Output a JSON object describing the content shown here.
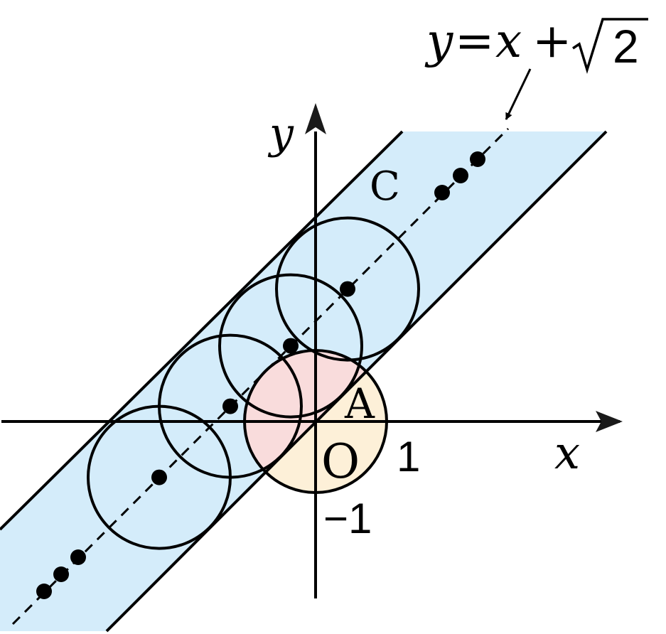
{
  "labels": {
    "y_axis": "y",
    "x_axis": "x",
    "origin": "O",
    "tick_x": "1",
    "tick_y": "−1",
    "point_a": "A",
    "point_c": "C",
    "line_eq_lhs": "y",
    "line_eq_mid": "=",
    "line_eq_x": "x",
    "line_eq_plus": "+",
    "line_eq_radicand": "2"
  },
  "colors": {
    "band_fill": "#d4ecfa",
    "disk_fill": "#fdf0d8",
    "overlap_fill": "#f9dcdc",
    "stroke": "#000000"
  },
  "diagram": {
    "unit_circle": {
      "center": [
        0,
        0
      ],
      "radius": 1
    },
    "center_line": {
      "slope": 1,
      "intercept": "√2",
      "style": "dashed"
    },
    "moving_circle_radius": 1,
    "moving_circle_centers_x": [
      -2.2,
      -1.2,
      -0.35,
      0.45
    ]
  }
}
